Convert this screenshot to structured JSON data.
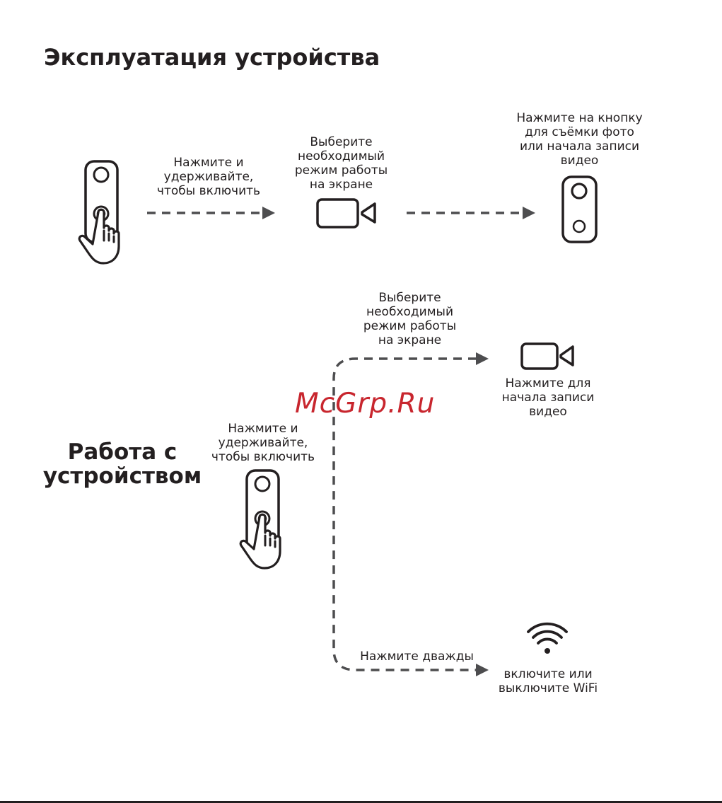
{
  "header": {
    "title": "Эксплуатация устройства"
  },
  "section": {
    "title": "Работа с устройством"
  },
  "watermark": "McGrp.Ru",
  "top_flow": {
    "step1": "Нажмите и\nудерживайте,\nчтобы включить",
    "step2": "Выберите\nнеобходимый\nрежим работы\nна экране",
    "step3": "Нажмите на кнопку\nдля съёмки фото\nили начала записи\nвидео"
  },
  "bottom_flow": {
    "power": "Нажмите и\nудерживайте,\nчтобы включить",
    "select_mode": "Выберите\nнеобходимый\nрежим работы\nна экране",
    "record": "Нажмите для\nначала записи\nвидео",
    "double_press": "Нажмите дважды",
    "wifi": "включите или\nвыключите WiFi"
  },
  "icons": [
    "camera-hand-press-icon",
    "video-camera-icon",
    "camera-device-icon",
    "wifi-icon"
  ],
  "colors": {
    "text": "#231f20",
    "arrow": "#4d4d4f",
    "watermark": "#c8262e"
  }
}
